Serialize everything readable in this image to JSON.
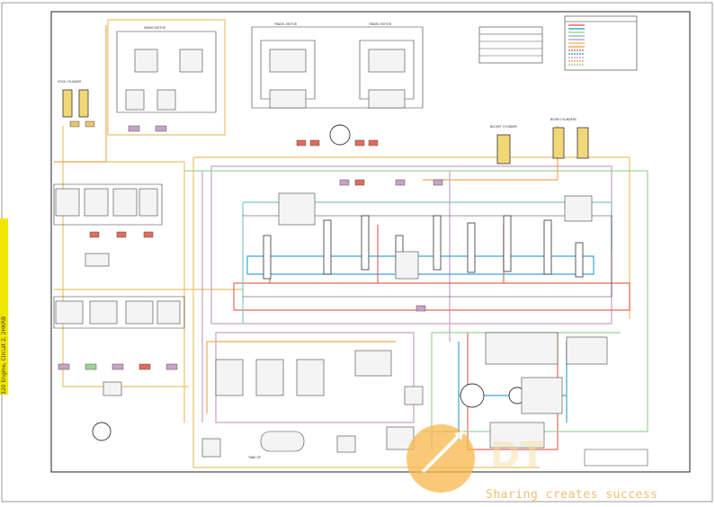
{
  "side_tab": {
    "text": "320 Engine, Circuit 2, 2HKRB",
    "color": "#f2e600"
  },
  "watermark": {
    "text": "Sharing creates success",
    "color": "#f0c070",
    "logo_color": "#f7b84a"
  },
  "colors": {
    "frame": "#222222",
    "drain": "#e8c46a",
    "pilot": "#c8a2c8",
    "pump1": "#e36b5a",
    "pump2": "#3ea7d6",
    "swing": "#9fd29a",
    "return": "#7fc8c0",
    "supply": "#f0a85a"
  },
  "tiny_labels": {
    "stick": "STICK CYLINDER",
    "swing": "SWING MOTOR",
    "travel_left": "TRAVEL MOTOR",
    "travel_right": "TRAVEL MOTOR",
    "bucket": "BUCKET CYLINDER",
    "boom": "BOOM CYLINDERS",
    "tank": "TANK GP"
  }
}
